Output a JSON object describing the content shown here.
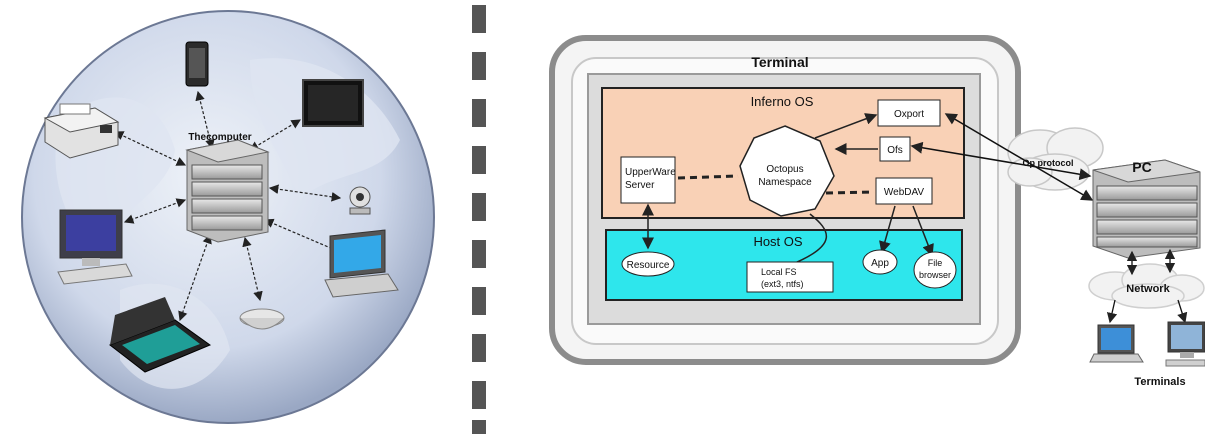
{
  "left": {
    "center_label": "Thecomputer",
    "devices": [
      "phone-icon",
      "tablet-icon",
      "printer-icon",
      "monitor-icon",
      "webcam-icon",
      "laptop-icon",
      "scanner-icon",
      "smoke-detector-icon"
    ]
  },
  "terminal": {
    "title": "Terminal",
    "inferno": {
      "title": "Inferno OS",
      "upperware": "UpperWare\nServer",
      "octopus": "Octopus\nNamespace",
      "oxport": "Oxport",
      "ofs": "Ofs",
      "webdav": "WebDAV"
    },
    "host": {
      "title": "Host OS",
      "resource": "Resource",
      "localfs": "Local FS\n(ext3, ntfs)",
      "app": "App",
      "filebrowser": "File\nbrowser"
    }
  },
  "right": {
    "op_protocol": "Op protocol",
    "pc": "PC",
    "network": "Network",
    "terminals": "Terminals"
  },
  "colors": {
    "inferno_fill": "#f9d1b6",
    "host_fill": "#2ee6ec",
    "globe": "#c9d3e6",
    "frame": "#8c8c8c"
  }
}
